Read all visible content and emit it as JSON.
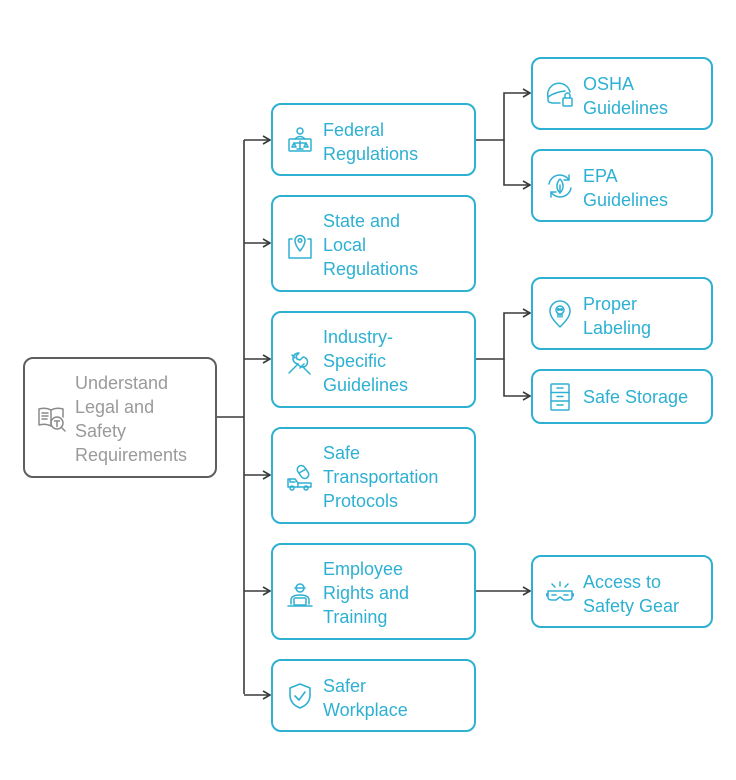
{
  "root": {
    "label": "Understand\nLegal and\nSafety\nRequirements",
    "icon": "law-book-icon"
  },
  "branches": [
    {
      "label": "Federal\nRegulations",
      "icon": "judge-scales-icon"
    },
    {
      "label": "State and\nLocal\nRegulations",
      "icon": "map-pin-icon"
    },
    {
      "label": "Industry-\nSpecific\nGuidelines",
      "icon": "wrench-tools-icon"
    },
    {
      "label": "Safe\nTransportation\nProtocols",
      "icon": "truck-pill-icon"
    },
    {
      "label": "Employee\nRights and\nTraining",
      "icon": "worker-laptop-icon"
    },
    {
      "label": "Safer\nWorkplace",
      "icon": "shield-check-icon"
    }
  ],
  "leaves": [
    {
      "label": "OSHA\nGuidelines",
      "icon": "helmet-lock-icon",
      "parent": 0
    },
    {
      "label": "EPA\nGuidelines",
      "icon": "eco-recycle-icon",
      "parent": 0
    },
    {
      "label": "Proper\nLabeling",
      "icon": "hazard-label-icon",
      "parent": 2
    },
    {
      "label": "Safe Storage",
      "icon": "storage-cabinet-icon",
      "parent": 2
    },
    {
      "label": "Access to\nSafety Gear",
      "icon": "safety-goggles-icon",
      "parent": 4
    }
  ],
  "colors": {
    "accent": "#2eb0d2",
    "root_border": "#5e5e5e",
    "root_text": "#9a9a9a",
    "connector": "#3a3a3a"
  }
}
